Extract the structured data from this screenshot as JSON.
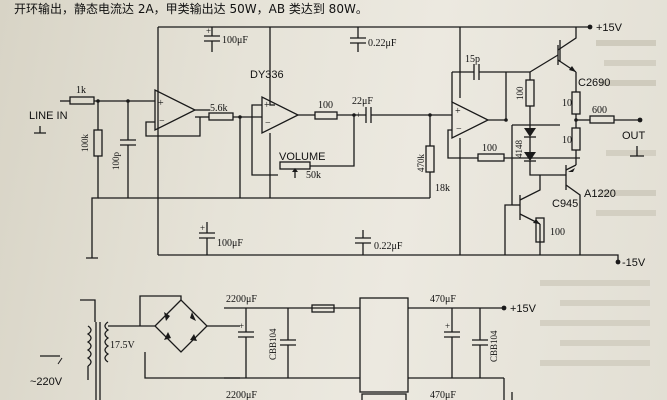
{
  "caption": "开环输出，静态电流达 2A，甲类输出达 50W，AB 类达到 80W。",
  "rails": {
    "pos": "+15V",
    "neg": "-15V"
  },
  "labels": {
    "line_in": "LINE IN",
    "out": "OUT",
    "volume": "VOLUME",
    "opamp2": "DY336",
    "q_top": "C2690",
    "q_bottom": "A1220",
    "q_driver": "C945",
    "r_in": "1k",
    "r_in_shunt": "100k",
    "c_in_shunt": "100p",
    "r_56k": "5.6k",
    "r_100a": "100",
    "c_22u": "22μF",
    "r_470k": "470k",
    "r_18k": "18k",
    "r_vol": "50k",
    "c_top_e": "100μF",
    "c_top_f": "0.22μF",
    "c_bot_e": "100μF",
    "c_bot_f": "0.22μF",
    "c_15p": "15p",
    "r_fb100": "100",
    "r_b100": "100",
    "r_e10a": "10",
    "r_e10b": "10",
    "r_600": "600",
    "d_4148": "4148",
    "r_c945": "100",
    "ps_ac": "~220V",
    "ps_sec": "17.5V",
    "ps_c1": "2200μF",
    "ps_c2": "2200μF",
    "ps_cbb1": "CBB104",
    "ps_c3": "470μF",
    "ps_c4": "470μF",
    "ps_cbb2": "CBB104",
    "ps_out": "+15V"
  }
}
